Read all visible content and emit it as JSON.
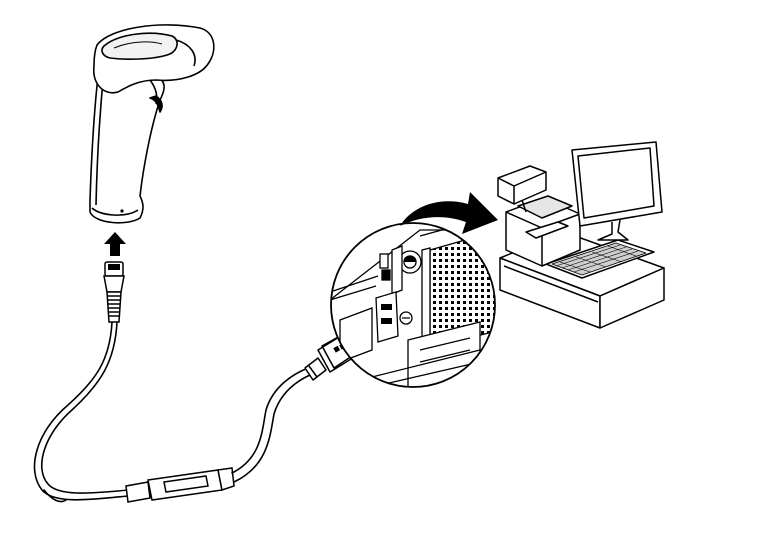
{
  "diagram": {
    "line_color": "#000000",
    "fill_color": "#ffffff",
    "shade_color": "#e6e6e6",
    "arrow_fill": "#000000",
    "parts": [
      "barcode-scanner",
      "usb-cable",
      "usb-connector",
      "pc-usb-port-detail",
      "pos-terminal"
    ]
  }
}
